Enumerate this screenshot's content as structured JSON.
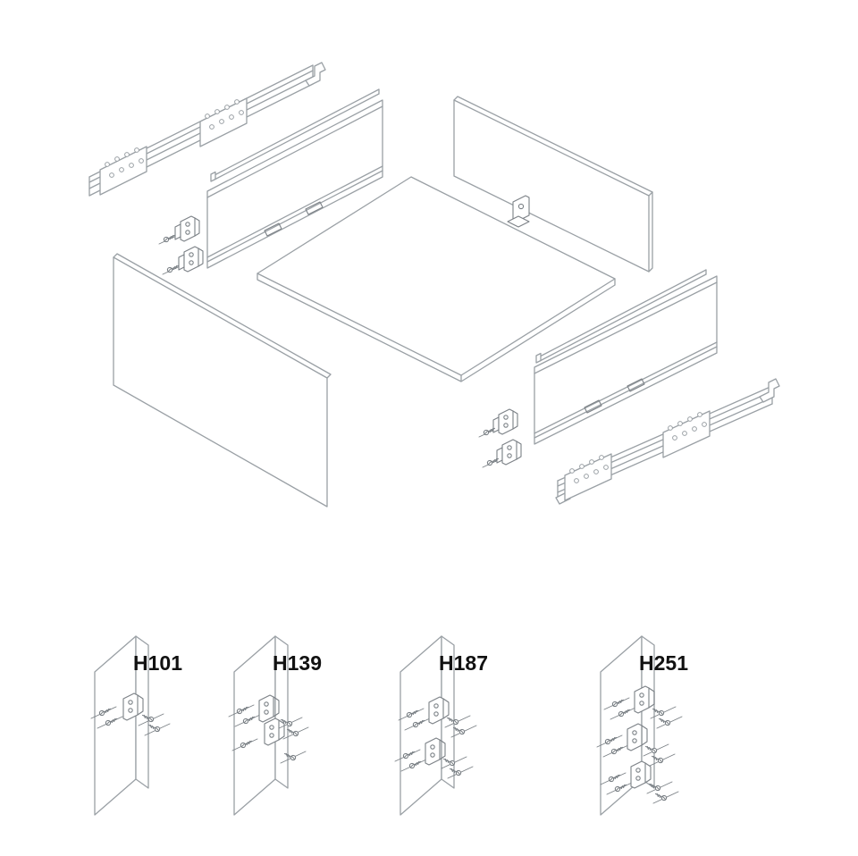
{
  "colors": {
    "background": "#ffffff",
    "line": "#9aa0a5",
    "hardware": "#7b8186",
    "label": "#111111"
  },
  "variants": [
    {
      "label": "H101"
    },
    {
      "label": "H139"
    },
    {
      "label": "H187"
    },
    {
      "label": "H251"
    }
  ]
}
